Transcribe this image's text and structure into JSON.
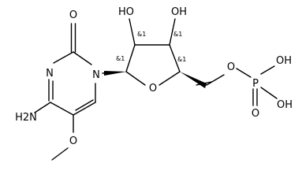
{
  "molecule": {
    "atoms": {
      "o_carbonyl": "O",
      "n_ring_left": "N",
      "n_ring_glyco": "N",
      "nh2": "H2N",
      "o_methoxy": "O",
      "o_furanose": "O",
      "oh_c2": "HO",
      "oh_c3": "OH",
      "o_ester": "O",
      "p": "P",
      "oh_p_top": "OH",
      "oh_p_bottom": "OH",
      "o_p_double": "O"
    },
    "stereo_labels": {
      "c1": "&1",
      "c2": "&1",
      "c3": "&1",
      "c4": "&1"
    }
  }
}
